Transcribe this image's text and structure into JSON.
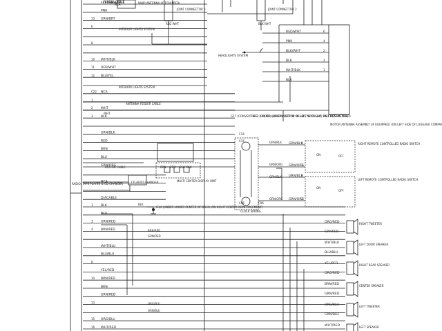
{
  "wires_left": [
    {
      "pin": "",
      "label": "FEEDER CABLE"
    },
    {
      "pin": "",
      "label": "PNK"
    },
    {
      "pin": "13",
      "label": "GRN/BRT"
    },
    {
      "pin": "6",
      "label": ""
    },
    {
      "pin": "",
      "label": ""
    },
    {
      "pin": "8",
      "label": ""
    },
    {
      "pin": "",
      "label": ""
    },
    {
      "pin": "10",
      "label": "WHT/BLK"
    },
    {
      "pin": "11",
      "label": "RED/WHT"
    },
    {
      "pin": "12",
      "label": "BLU/YEL"
    },
    {
      "pin": "",
      "label": ""
    },
    {
      "pin": "C22",
      "label": "NCA"
    },
    {
      "pin": "1",
      "label": ""
    },
    {
      "pin": "2",
      "label": "WHT"
    },
    {
      "pin": "3",
      "label": "BLK"
    },
    {
      "pin": "",
      "label": ""
    },
    {
      "pin": "",
      "label": "GRN/BLK"
    },
    {
      "pin": "",
      "label": "RED"
    },
    {
      "pin": "",
      "label": "BRN"
    },
    {
      "pin": "",
      "label": "BLU"
    },
    {
      "pin": "",
      "label": "GRN/ORG"
    },
    {
      "pin": "",
      "label": ""
    },
    {
      "pin": "",
      "label": "NCA"
    },
    {
      "pin": "",
      "label": ""
    },
    {
      "pin": "",
      "label": "D/ACABLE"
    }
  ],
  "wires_speaker": [
    {
      "pin": "1",
      "label": "BLK"
    },
    {
      "pin": "",
      "label": "BLU"
    },
    {
      "pin": "3",
      "label": "GRN/RED"
    },
    {
      "pin": "4",
      "label": "BRN/RED"
    },
    {
      "pin": "",
      "label": ""
    },
    {
      "pin": "",
      "label": "WHT/BLU"
    },
    {
      "pin": "",
      "label": "BLU/BLU"
    },
    {
      "pin": "8",
      "label": ""
    },
    {
      "pin": "",
      "label": "YEL/RED"
    },
    {
      "pin": "10",
      "label": "BRN/RED"
    },
    {
      "pin": "",
      "label": "BRN"
    },
    {
      "pin": "",
      "label": "GRN/RED"
    },
    {
      "pin": "13",
      "label": ""
    },
    {
      "pin": "",
      "label": ""
    },
    {
      "pin": "15",
      "label": "ORG/BLU"
    },
    {
      "pin": "16",
      "label": "WHT/RED"
    }
  ],
  "top_labels": [
    {
      "text": "FEEDER CABLE"
    },
    {
      "text": "NCA"
    },
    {
      "text": "WHIP ANTENNA (IF EQUIPPED)"
    },
    {
      "text": "JOINT CONNECTOR 2"
    },
    {
      "text": "JOINT CONNECTOR 2"
    },
    {
      "text": "RED WHT"
    },
    {
      "text": "BLK WHT"
    }
  ],
  "right_labels": [
    {
      "text": "RED/WHT",
      "pin": "6"
    },
    {
      "text": "PNK",
      "pin": "4"
    },
    {
      "text": "BLK/WHT",
      "pin": "2"
    },
    {
      "text": "BLK",
      "pin": "3"
    },
    {
      "text": "WHT/BLK",
      "pin": "1"
    },
    {
      "text": "BLK",
      "pin": ""
    }
  ],
  "switch_labels": [
    {
      "text": "GRN/BLK",
      "pin": "4"
    },
    {
      "text": "GRN/ORG",
      "pin": "3"
    },
    {
      "text": "GRN/BLK",
      "pin": "3"
    },
    {
      "text": "GRN/ORG",
      "pin": "2"
    }
  ],
  "speakers": [
    {
      "text": "RIGHT TWEETER",
      "w1": "ORG/RED",
      "w2": "GRY/RED"
    },
    {
      "text": "LEFT DOOR SPEAKER",
      "w1": "WHT/BLU",
      "w2": "BLU/BLU"
    },
    {
      "text": "RIGHT REAR SPEAKER",
      "w1": "YEL/RED",
      "w2": "ORG/RED"
    },
    {
      "text": "CENTER SPEAKER",
      "w1": "BRN/RED",
      "w2": "GRN/RED"
    },
    {
      "text": "LEFT TWEETER",
      "w1": "ORG/BLU",
      "w2": "GRN/BLU"
    },
    {
      "text": "LEFT SPEAKER",
      "w1": "WHT/RED",
      "w2": ""
    }
  ],
  "captions": [
    {
      "text": "INTERIOR LIGHTS SYSTEM"
    },
    {
      "text": "INTERIOR LIGHTS SYSTEM"
    },
    {
      "text": "HEADLIGHTS SYSTEM"
    },
    {
      "text": "ANTENNA FEEDER CABLE"
    },
    {
      "text": "MOTOR ANTENNA ASSEMBLY (IF EQUIPPED) (ON LEFT SIDE OF LUGGAGE COMPARTMENT)"
    },
    {
      "text": "G17 (CONVERTIBLE) (UNDER LOWER PORTION OF LEFT 'B' PILLAR, ON CROSSMEMBER)"
    },
    {
      "text": "G17 (COUPE) (BELOW LEFT 'B' PILLAR, NEAR SEAT BELT RETRACTOR)"
    },
    {
      "text": "RIGHT REMOTE CONTROLLED RADIO SWITCH"
    },
    {
      "text": "LEFT REMOTE CONTROLLED RADIO SWITCH"
    },
    {
      "text": "MULTI CENTER DISPLAY UNIT"
    },
    {
      "text": "CD AUTO CHANGER"
    },
    {
      "text": "RCA ON CABLE"
    },
    {
      "text": "RADIO, TAPE PLAYER & CD CHANGER"
    },
    {
      "text": "CLOCK SPRING"
    },
    {
      "text": "G14 (UNDER LOWER CENTER OF DASH, ON RIGHT CENTER REINFORCEMENT)"
    },
    {
      "text": "BLK"
    },
    {
      "text": "BRN/RED"
    },
    {
      "text": "GRN/RED"
    },
    {
      "text": "ORG/BLU"
    },
    {
      "text": "GRN/BLU"
    },
    {
      "text": "GRN/BLK"
    },
    {
      "text": "GRN/ORG"
    },
    {
      "text": "GRN/BLK"
    },
    {
      "text": "GRN/ORG"
    },
    {
      "text": "ON"
    },
    {
      "text": "OFF"
    },
    {
      "text": "ON"
    },
    {
      "text": "OFF"
    },
    {
      "text": "C16"
    },
    {
      "text": "C16"
    },
    {
      "text": "C96"
    },
    {
      "text": "C96"
    },
    {
      "text": "BRN"
    },
    {
      "text": "RED"
    },
    {
      "text": "BLU"
    },
    {
      "text": "BLK"
    },
    {
      "text": "WHT"
    }
  ]
}
